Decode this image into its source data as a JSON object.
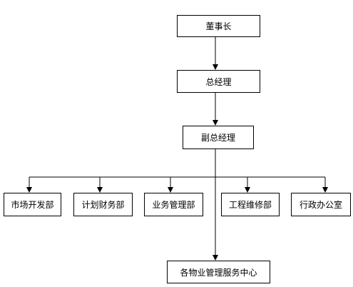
{
  "org_chart": {
    "chairman": "董事长",
    "general_manager": "总经理",
    "deputy_general_manager": "副总经理",
    "departments": [
      "市场开发部",
      "计划财务部",
      "业务管理部",
      "工程维修部",
      "行政办公室"
    ],
    "service_center": "各物业管理服务中心"
  },
  "colors": {
    "line": "#000000",
    "box_border": "#000000",
    "background": "#ffffff"
  }
}
